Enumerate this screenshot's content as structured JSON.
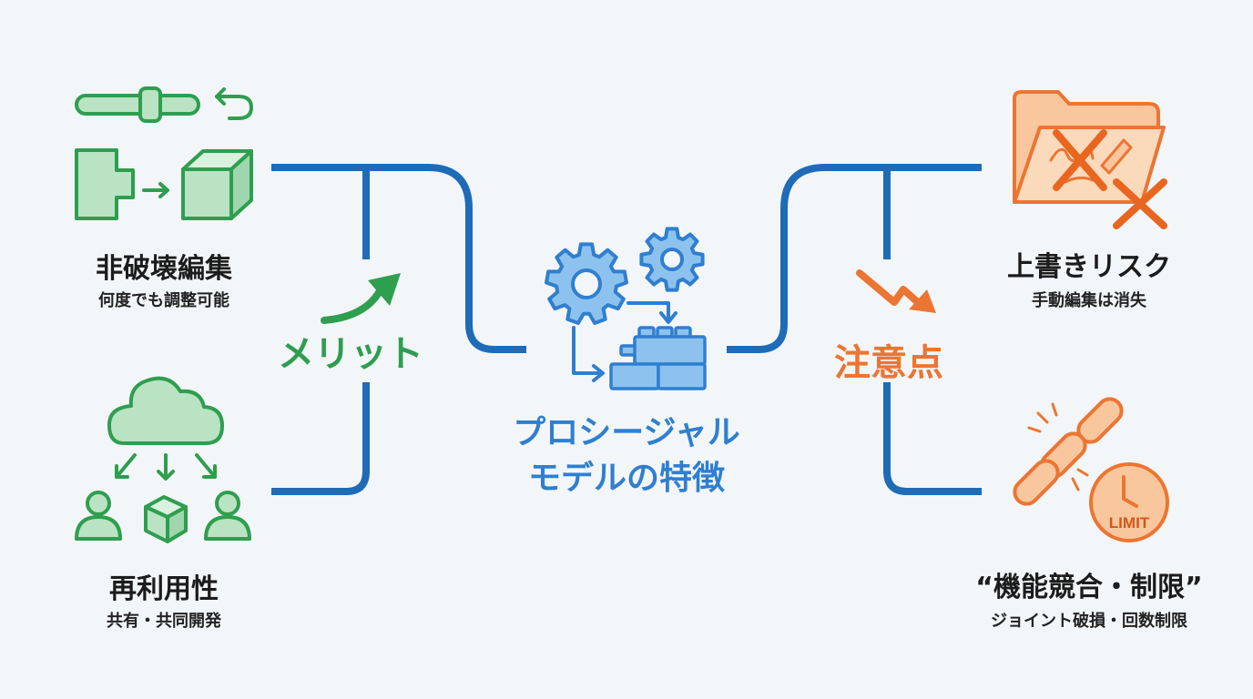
{
  "colors": {
    "connector": "#1e6bb8",
    "merit": "#2e9e4f",
    "merit_fill": "#b9e3c3",
    "center": "#2f7fd0",
    "center_fill": "#8ec2ee",
    "caution": "#ec7532",
    "caution_fill": "#f9c79e"
  },
  "center": {
    "title_line1": "プロシージャル",
    "title_line2": "モデルの特徴",
    "icon": "gears-and-blocks-icon"
  },
  "merit": {
    "label": "メリット",
    "items": [
      {
        "title": "非破壊編集",
        "subtitle": "何度でも調整可能",
        "icon": "slider-shape-to-cube-icon"
      },
      {
        "title": "再利用性",
        "subtitle": "共有・共同開発",
        "icon": "cloud-share-users-icon"
      }
    ]
  },
  "caution": {
    "label": "注意点",
    "items": [
      {
        "title": "上書きリスク",
        "subtitle": "手動編集は消失",
        "icon": "folder-crossed-icon"
      },
      {
        "title": "“機能競合・制限”",
        "subtitle": "ジョイント破損・回数制限",
        "icon": "broken-chain-limit-icon"
      }
    ],
    "limit_text": "LIMIT"
  }
}
